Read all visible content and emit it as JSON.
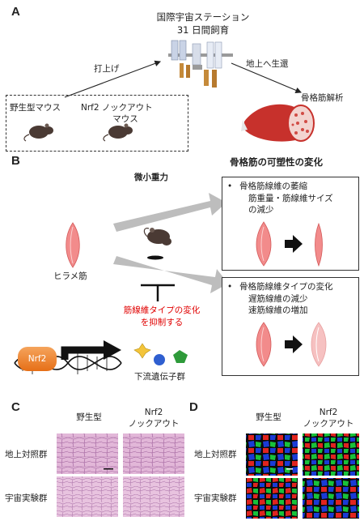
{
  "panel_labels": {
    "a": "A",
    "b": "B",
    "c": "C",
    "d": "D"
  },
  "panel_a": {
    "station_title": "国際宇宙ステーション",
    "duration": "31 日間飼育",
    "launch": "打上げ",
    "return": "地上へ生還",
    "analysis": "骨格筋解析",
    "wild_type_mouse": "野生型マウス",
    "nrf2_ko_line1": "Nrf2 ノックアウト",
    "nrf2_ko_line2": "マウス"
  },
  "panel_b": {
    "plasticity_title": "骨格筋の可塑性の変化",
    "microgravity": "微小重力",
    "soleus": "ヒラメ筋",
    "inhibit_line1": "筋線維タイプの変化",
    "inhibit_line2": "を抑制する",
    "nrf2": "Nrf2",
    "downstream": "下流遺伝子群",
    "box1": {
      "bullet": "•",
      "title": "骨格筋線維の萎縮",
      "line2": "筋重量・筋線維サイズ",
      "line3": "の減少"
    },
    "box2": {
      "bullet": "•",
      "title": "骨格筋線維タイプの変化",
      "line2": "遅筋線維の減少",
      "line3": "速筋線維の増加"
    }
  },
  "panel_c": {
    "col1": "野生型",
    "col2_line1": "Nrf2",
    "col2_line2": "ノックアウト",
    "row1": "地上対照群",
    "row2": "宇宙実験群"
  },
  "panel_d": {
    "col1": "野生型",
    "col2_line1": "Nrf2",
    "col2_line2": "ノックアウト",
    "row1": "地上対照群",
    "row2": "宇宙実験群"
  },
  "colors": {
    "muscle_pink": "#f28b8b",
    "muscle_pale": "#f6c1c1",
    "arrow_gray": "#bdbdbd",
    "nrf2_orange": "#ef7d22",
    "inhibit_red": "#e00000",
    "he_stain": "#d9a7cf",
    "fluor_blue": "#1a3bd6",
    "fluor_green": "#18c23a",
    "fluor_red": "#e0241f"
  }
}
